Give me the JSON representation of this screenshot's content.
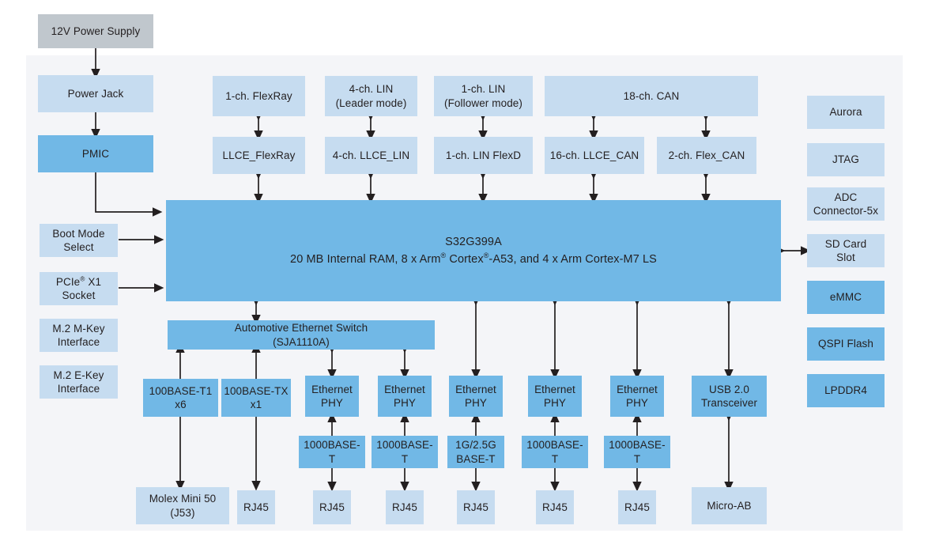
{
  "diagram": {
    "title_block": {
      "label": "12V Power Supply"
    },
    "power_chain": [
      {
        "label": "Power Jack"
      },
      {
        "label": "PMIC"
      }
    ],
    "left_column": [
      {
        "label": "Boot Mode\nSelect"
      },
      {
        "label": "PCIe® X1\nSocket"
      },
      {
        "label": "M.2 M-Key\nInterface"
      },
      {
        "label": "M.2 E-Key\nInterface"
      }
    ],
    "top_interfaces": [
      {
        "label": "1-ch. FlexRay"
      },
      {
        "label": "4-ch. LIN\n(Leader mode)"
      },
      {
        "label": "1-ch. LIN\n(Follower mode)"
      },
      {
        "label": "18-ch. CAN"
      }
    ],
    "controllers": [
      {
        "label": "LLCE_FlexRay"
      },
      {
        "label": "4-ch. LLCE_LIN"
      },
      {
        "label": "1-ch. LIN FlexD"
      },
      {
        "label": "16-ch. LLCE_CAN"
      },
      {
        "label": "2-ch. Flex_CAN"
      }
    ],
    "soc": {
      "line1": "S32G399A",
      "line2_a": "20 MB Internal RAM, 8 x Arm",
      "line2_sup1": "®",
      "line2_b": " Cortex",
      "line2_sup2": "®",
      "line2_c": "-A53, and 4 x Arm Cortex-M7 LS"
    },
    "right_column": [
      {
        "label": "Aurora",
        "tone": "light"
      },
      {
        "label": "JTAG",
        "tone": "light"
      },
      {
        "label": "ADC\nConnector-5x",
        "tone": "light"
      },
      {
        "label": "SD Card\nSlot",
        "tone": "light"
      },
      {
        "label": "eMMC",
        "tone": "dark"
      },
      {
        "label": "QSPI Flash",
        "tone": "dark"
      },
      {
        "label": "LPDDR4",
        "tone": "dark"
      }
    ],
    "switch": {
      "line1": "Automotive Ethernet Switch",
      "line2": "(SJA1110A)"
    },
    "phy_row": [
      {
        "label": "100BASE-T1\nx6"
      },
      {
        "label": "100BASE-TX\nx1"
      },
      {
        "label": "Ethernet\nPHY"
      },
      {
        "label": "Ethernet\nPHY"
      },
      {
        "label": "Ethernet\nPHY"
      },
      {
        "label": "Ethernet\nPHY"
      },
      {
        "label": "Ethernet\nPHY"
      },
      {
        "label": "USB 2.0\nTransceiver"
      }
    ],
    "media_row": [
      {
        "label": "1000BASE-T"
      },
      {
        "label": "1000BASE-T"
      },
      {
        "label": "1G/2.5G\nBASE-T"
      },
      {
        "label": "1000BASE-T"
      },
      {
        "label": "1000BASE-T"
      }
    ],
    "connector_row": [
      {
        "label": "Molex Mini 50\n(J53)"
      },
      {
        "label": "RJ45"
      },
      {
        "label": "RJ45"
      },
      {
        "label": "RJ45"
      },
      {
        "label": "RJ45"
      },
      {
        "label": "RJ45"
      },
      {
        "label": "RJ45"
      },
      {
        "label": "Micro-AB"
      }
    ],
    "colors": {
      "panel_bg": "#f4f5f8",
      "block_light": "#c6dcf0",
      "block_dark": "#71b8e6",
      "block_gray": "#c0c7cd",
      "line": "#231f20",
      "text": "#231f20"
    }
  }
}
